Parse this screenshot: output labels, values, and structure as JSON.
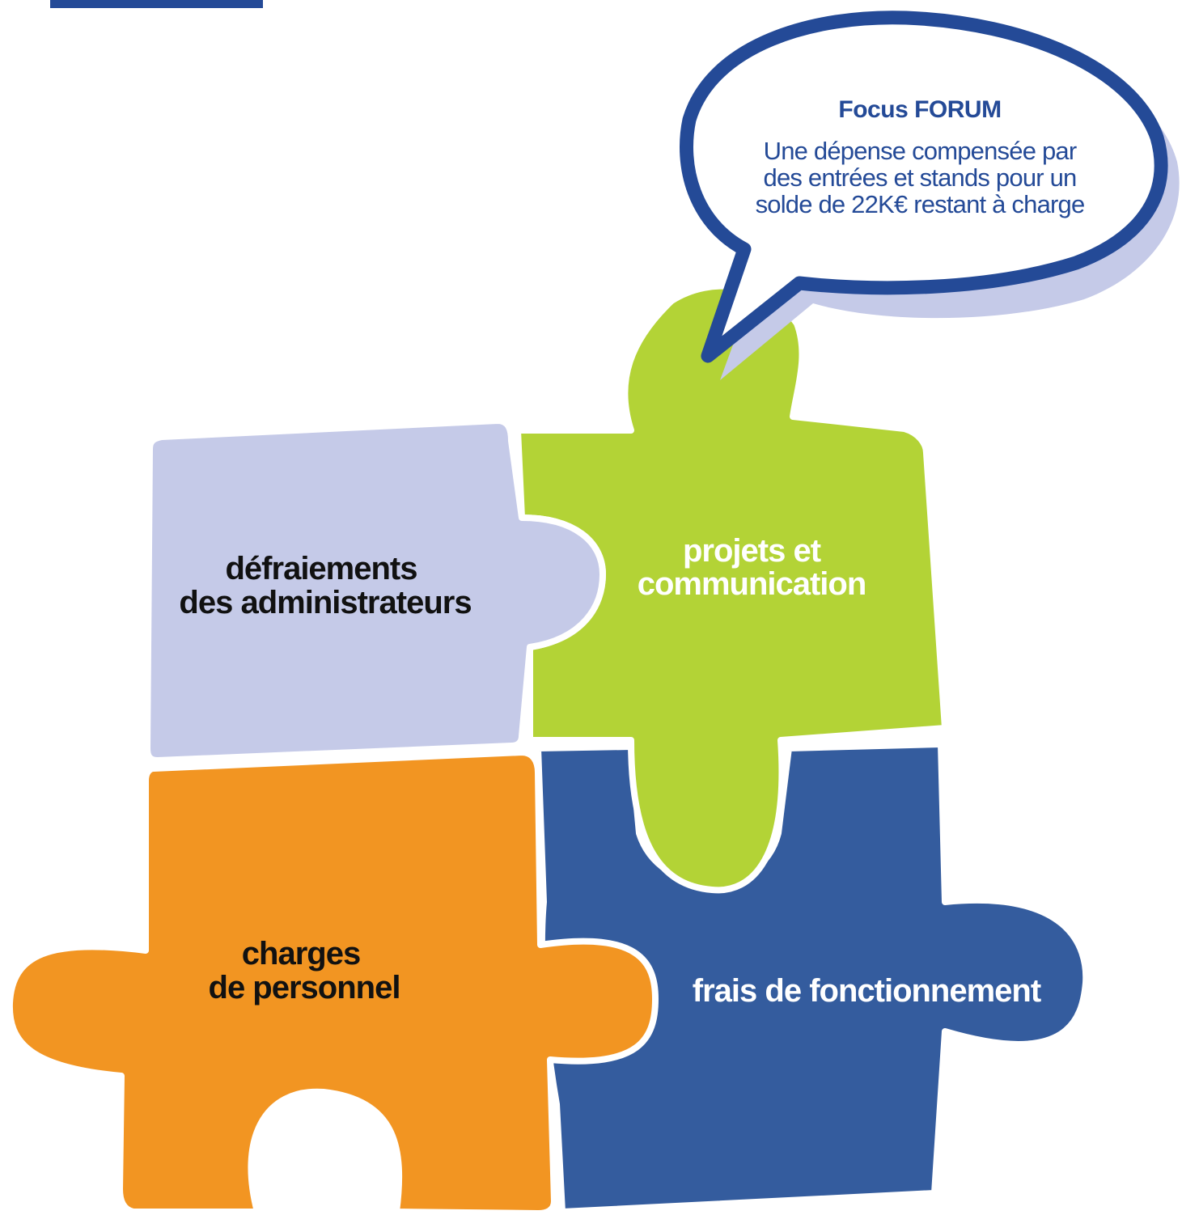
{
  "colors": {
    "lavender": "#c5cae8",
    "green": "#b3d336",
    "blue": "#345c9e",
    "orange": "#f29522",
    "bubble_stroke": "#244a97",
    "bubble_shadow": "#c5cae8",
    "header_bar": "#244a97",
    "label_dark": "#111111",
    "label_light": "#ffffff"
  },
  "pieces": {
    "defraiements": {
      "line1": "défraiements",
      "line2": "des administrateurs"
    },
    "projets": {
      "line1": "projets et",
      "line2": "communication"
    },
    "charges": {
      "line1": "charges",
      "line2": "de personnel"
    },
    "frais": {
      "line1": "frais de fonctionnement"
    }
  },
  "bubble": {
    "title": "Focus FORUM",
    "line1": "Une dépense compensée par",
    "line2": "des entrées et stands pour un",
    "line3": "solde de 22K€ restant à charge"
  }
}
